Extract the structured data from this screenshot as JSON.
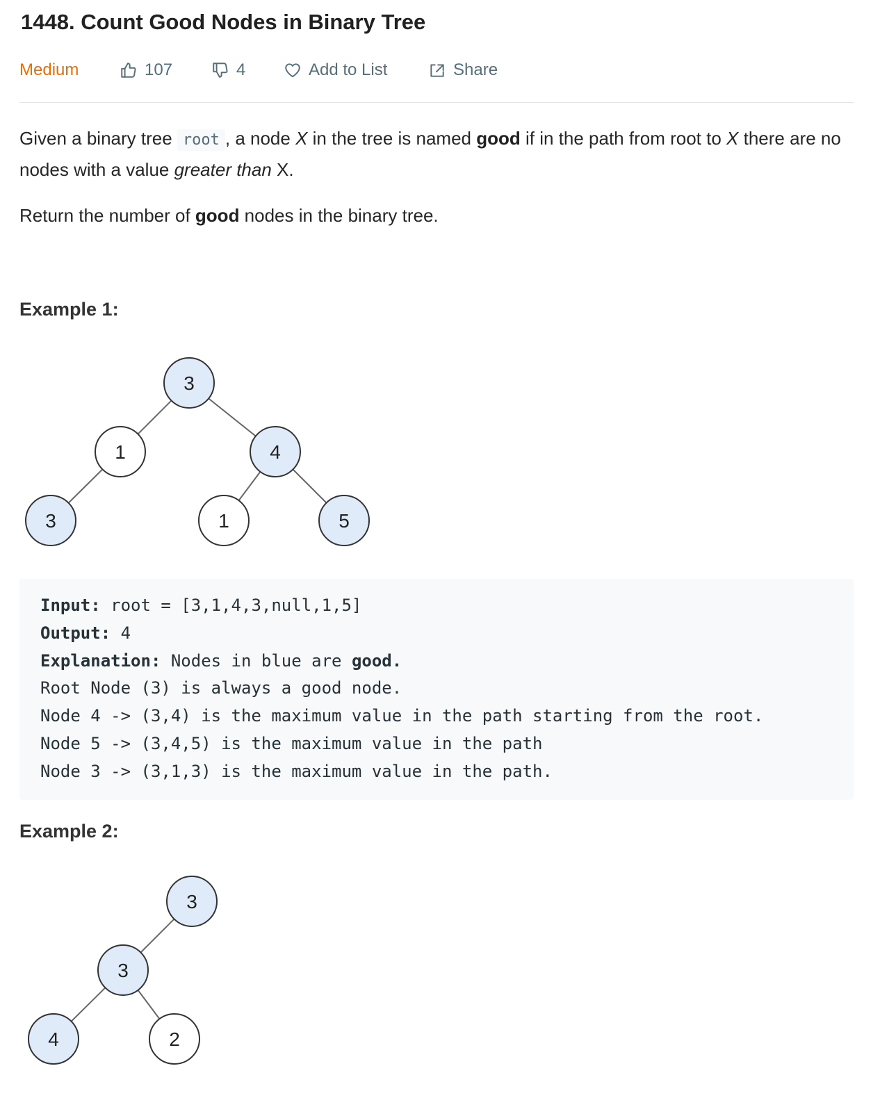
{
  "problem": {
    "title": "1448. Count Good Nodes in Binary Tree",
    "difficulty": "Medium",
    "likes": "107",
    "dislikes": "4",
    "add_to_list": "Add to List",
    "share": "Share"
  },
  "colors": {
    "difficulty": "#ef6c00",
    "good_node_fill": "#dfebf8",
    "normal_node_fill": "#ffffff",
    "node_stroke": "#333333",
    "edge": "#666666"
  },
  "description": {
    "p1_a": "Given a binary tree ",
    "p1_code": "root",
    "p1_b": ", a node ",
    "p1_x1": "X",
    "p1_c": " in the tree is named ",
    "p1_good": "good",
    "p1_d": " if in the path from root to ",
    "p1_x2": "X",
    "p1_e": " there are no nodes with a value ",
    "p1_greater": "greater than",
    "p1_f": " X.",
    "p2_a": "Return the number of ",
    "p2_good": "good",
    "p2_b": " nodes in the binary tree."
  },
  "example1": {
    "heading": "Example 1:",
    "tree_nodes": [
      {
        "value": "3",
        "good": true
      },
      {
        "value": "1",
        "good": false
      },
      {
        "value": "4",
        "good": true
      },
      {
        "value": "3",
        "good": true
      },
      {
        "value": "1",
        "good": false
      },
      {
        "value": "5",
        "good": true
      }
    ],
    "input_label": "Input:",
    "input_value": " root = [3,1,4,3,null,1,5]",
    "output_label": "Output:",
    "output_value": " 4",
    "explanation_label": "Explanation:",
    "explanation_value": " Nodes in blue are ",
    "explanation_bold": "good.",
    "line_4": "Root Node (3) is always a good node.",
    "line_5": "Node 4 -> (3,4) is the maximum value in the path starting from the root.",
    "line_6": "Node 5 -> (3,4,5) is the maximum value in the path",
    "line_7": "Node 3 -> (3,1,3) is the maximum value in the path."
  },
  "example2": {
    "heading": "Example 2:",
    "tree_nodes": [
      {
        "value": "3",
        "good": true
      },
      {
        "value": "3",
        "good": true
      },
      {
        "value": "4",
        "good": true
      },
      {
        "value": "2",
        "good": false
      }
    ]
  }
}
